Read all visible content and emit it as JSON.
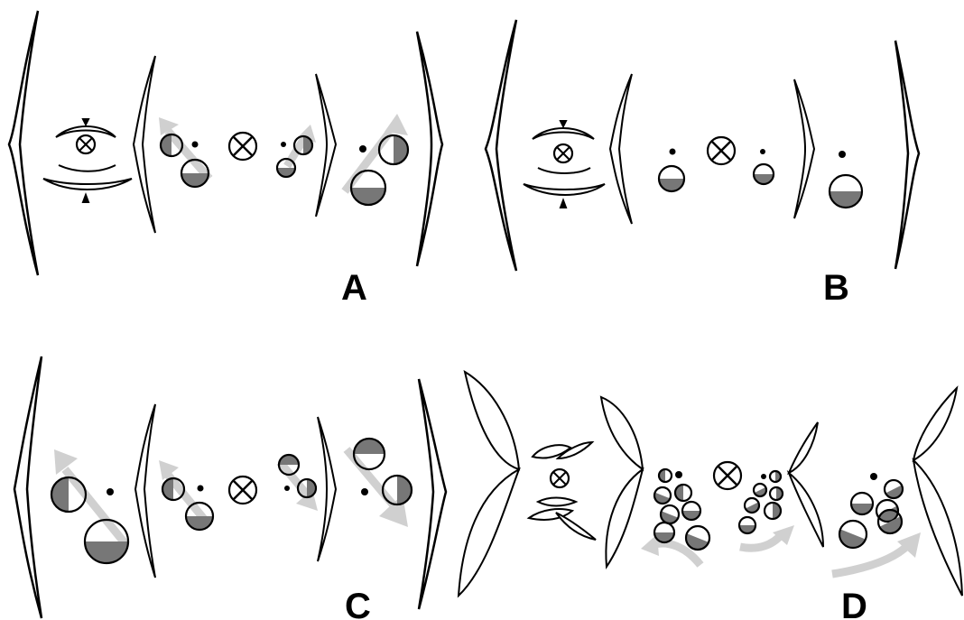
{
  "figure": {
    "panels": [
      {
        "id": "A",
        "label": "A"
      },
      {
        "id": "B",
        "label": "B"
      },
      {
        "id": "C",
        "label": "C"
      },
      {
        "id": "D",
        "label": "D"
      }
    ],
    "colors": {
      "outline": "#000000",
      "fill_dark": "#777777",
      "arrow": "#d0d0d0",
      "background": "#ffffff"
    },
    "icons": [
      "vessel-cross-symbol",
      "half-filled-circle",
      "small-dot",
      "migration-arrow"
    ]
  }
}
